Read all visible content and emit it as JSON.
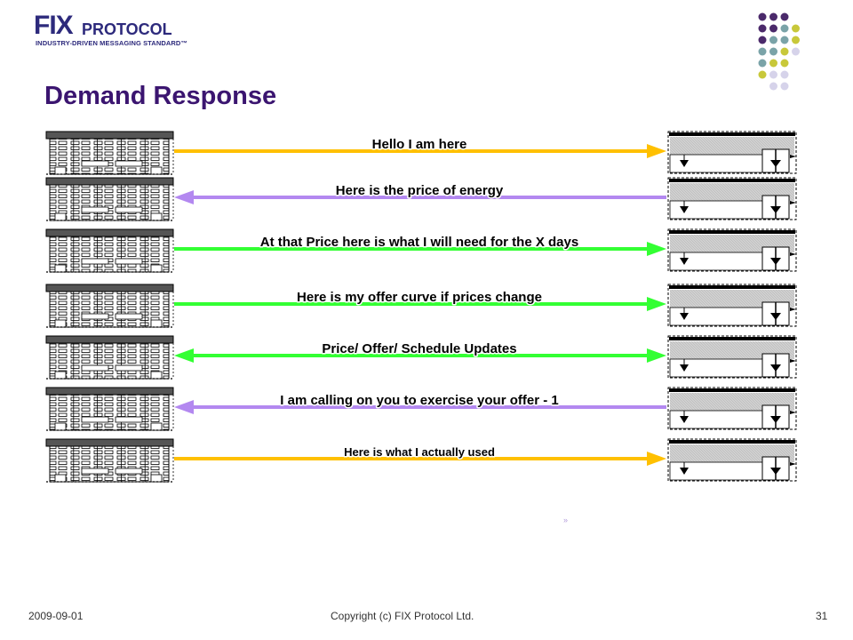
{
  "logo": {
    "fix": "FIX",
    "protocol": "PROTOCOL",
    "tagline": "INDUSTRY-DRIVEN MESSAGING STANDARD™"
  },
  "title": "Demand Response",
  "colors": {
    "title": "#3b1570",
    "logo": "#2d2a7c",
    "arrow_yellow": "#ffc000",
    "arrow_lavender": "#b388f0",
    "arrow_green": "#33ff33",
    "dot_purple": "#4b2a6b",
    "dot_teal": "#7aa3a8",
    "dot_olive": "#c8c83a",
    "dot_lilac": "#d6d3ea"
  },
  "messages": [
    {
      "label": "Hello I am here",
      "direction": "right",
      "color": "#ffc000"
    },
    {
      "label": "Here is the price of energy",
      "direction": "left",
      "color": "#b388f0"
    },
    {
      "label": "At that Price here is what I will need for the X days",
      "direction": "right",
      "color": "#33ff33"
    },
    {
      "label": "Here is my offer curve if prices change",
      "direction": "right",
      "color": "#33ff33"
    },
    {
      "label": "Price/ Offer/ Schedule Updates",
      "direction": "both",
      "color": "#33ff33"
    },
    {
      "label": "I am calling on you to exercise your offer - 1",
      "direction": "left",
      "color": "#b388f0"
    },
    {
      "label": "Here is what I actually used",
      "direction": "right",
      "color": "#ffc000"
    }
  ],
  "marker": "»",
  "footer": {
    "date": "2009-09-01",
    "copyright": "Copyright (c) FIX Protocol Ltd.",
    "page": "31"
  }
}
